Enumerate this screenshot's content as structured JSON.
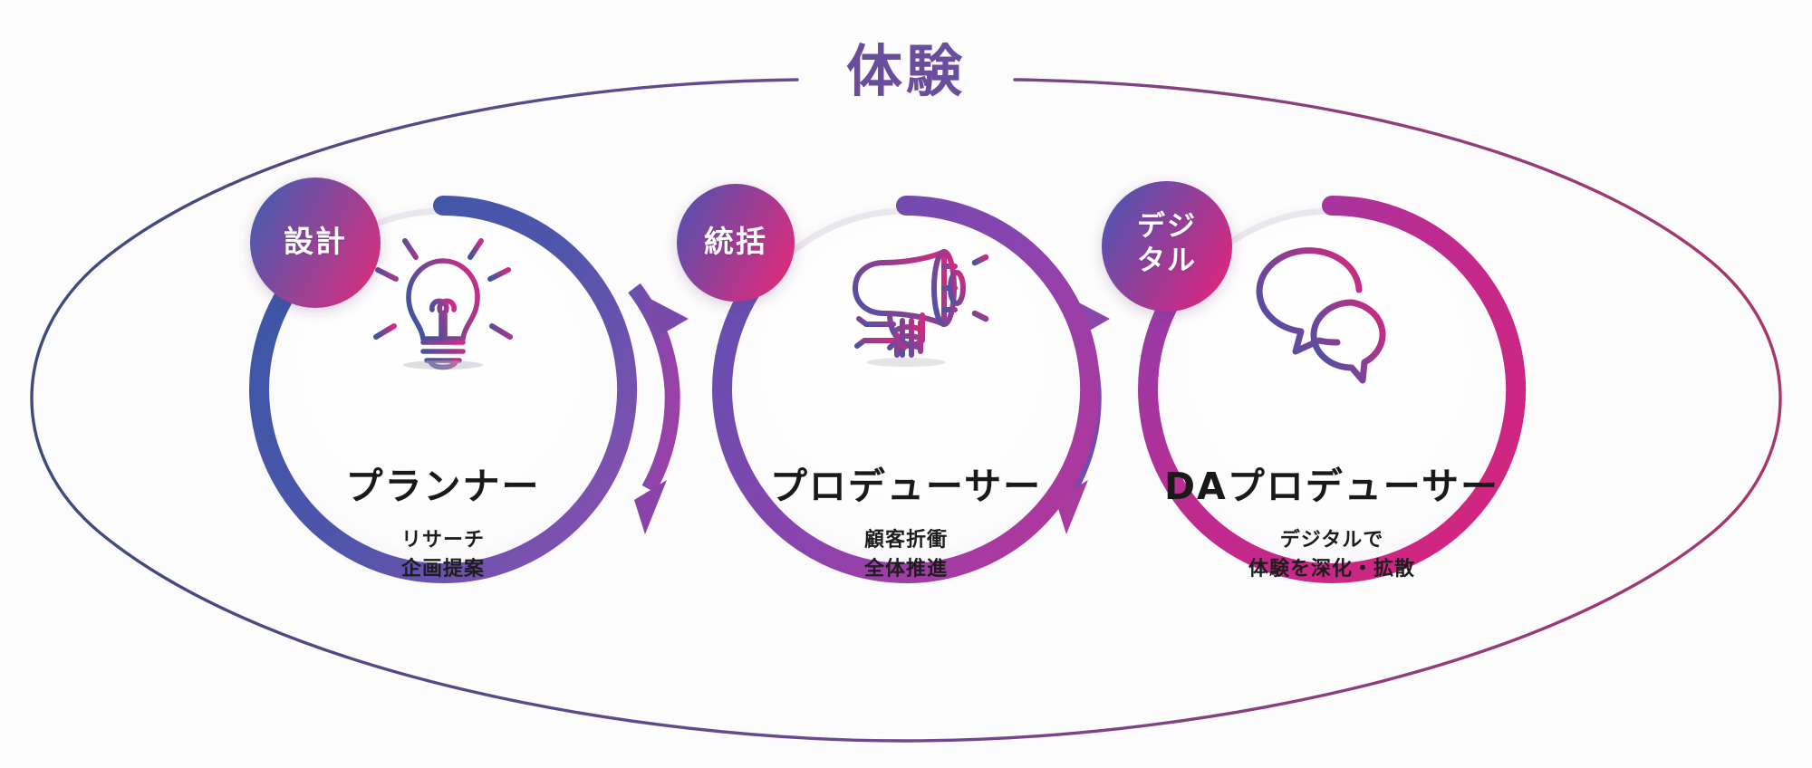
{
  "diagram": {
    "title": "体験",
    "title_color": "#6a4e9c",
    "background_color": "#fdfcfc",
    "outer_ellipse": {
      "name": "experience-ellipse",
      "stroke_start_color": "#3d4a7e",
      "stroke_end_color": "#a8356b"
    },
    "flow_direction": "left-to-right",
    "nodes": [
      {
        "badge": "設計",
        "badge_lines": [
          "設計"
        ],
        "title": "プランナー",
        "subtitle_lines": [
          "リサーチ",
          "企画提案"
        ],
        "icon": "lightbulb-icon",
        "ring_start_color": "#3b56a6",
        "ring_end_color": "#8b4fb0",
        "badge_start_color": "#4a5bb0",
        "badge_end_color": "#d62e7e"
      },
      {
        "badge": "統括",
        "badge_lines": [
          "統括"
        ],
        "title": "プロデューサー",
        "subtitle_lines": [
          "顧客折衝",
          "全体推進"
        ],
        "icon": "megaphone-icon",
        "ring_start_color": "#6a4fae",
        "ring_end_color": "#b5359a",
        "badge_start_color": "#5a4fae",
        "badge_end_color": "#e02a7a"
      },
      {
        "badge": "デジタル",
        "badge_lines": [
          "デジ",
          "タル"
        ],
        "title": "DAプロデューサー",
        "subtitle_lines": [
          "デジタルで",
          "体験を深化・拡散"
        ],
        "icon": "speech-bubbles-icon",
        "ring_start_color": "#8d3fae",
        "ring_end_color": "#d4247c",
        "badge_start_color": "#4f56b2",
        "badge_end_color": "#e0247c"
      }
    ],
    "connectors": [
      {
        "name": "arrow-planner-to-producer",
        "from": "プランナー",
        "to": "プロデューサー"
      },
      {
        "name": "arrow-producer-to-da",
        "from": "プロデューサー",
        "to": "DAプロデューサー"
      }
    ]
  }
}
